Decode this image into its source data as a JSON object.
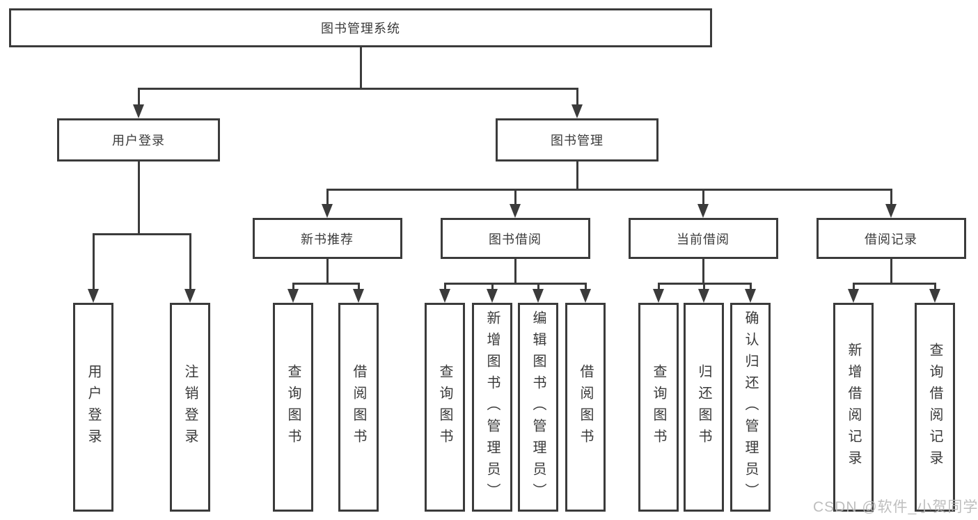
{
  "colors": {
    "line": "#3b3b3b",
    "text": "#3a3a3a",
    "watermark": "#b8b8b8",
    "background": "#ffffff"
  },
  "diagram": {
    "root": {
      "label": "图书管理系统"
    },
    "level2": [
      {
        "label": "用户登录"
      },
      {
        "label": "图书管理"
      }
    ],
    "level3": [
      {
        "label": "新书推荐"
      },
      {
        "label": "图书借阅"
      },
      {
        "label": "当前借阅"
      },
      {
        "label": "借阅记录"
      }
    ],
    "leaves": {
      "user_login": [
        {
          "label": "用户登录"
        },
        {
          "label": "注销登录"
        }
      ],
      "new_book_recommend": [
        {
          "label": "查询图书"
        },
        {
          "label": "借阅图书"
        }
      ],
      "book_borrow": [
        {
          "label": "查询图书"
        },
        {
          "label": "新增图书（管理员）"
        },
        {
          "label": "编辑图书（管理员）"
        },
        {
          "label": "借阅图书"
        }
      ],
      "current_borrow": [
        {
          "label": "查询图书"
        },
        {
          "label": "归还图书"
        },
        {
          "label": "确认归还（管理员）"
        }
      ],
      "borrow_records": [
        {
          "label": "新增借阅记录"
        },
        {
          "label": "查询借阅记录"
        }
      ]
    }
  },
  "watermark": {
    "text": "CSDN @软件_小贺同学"
  }
}
